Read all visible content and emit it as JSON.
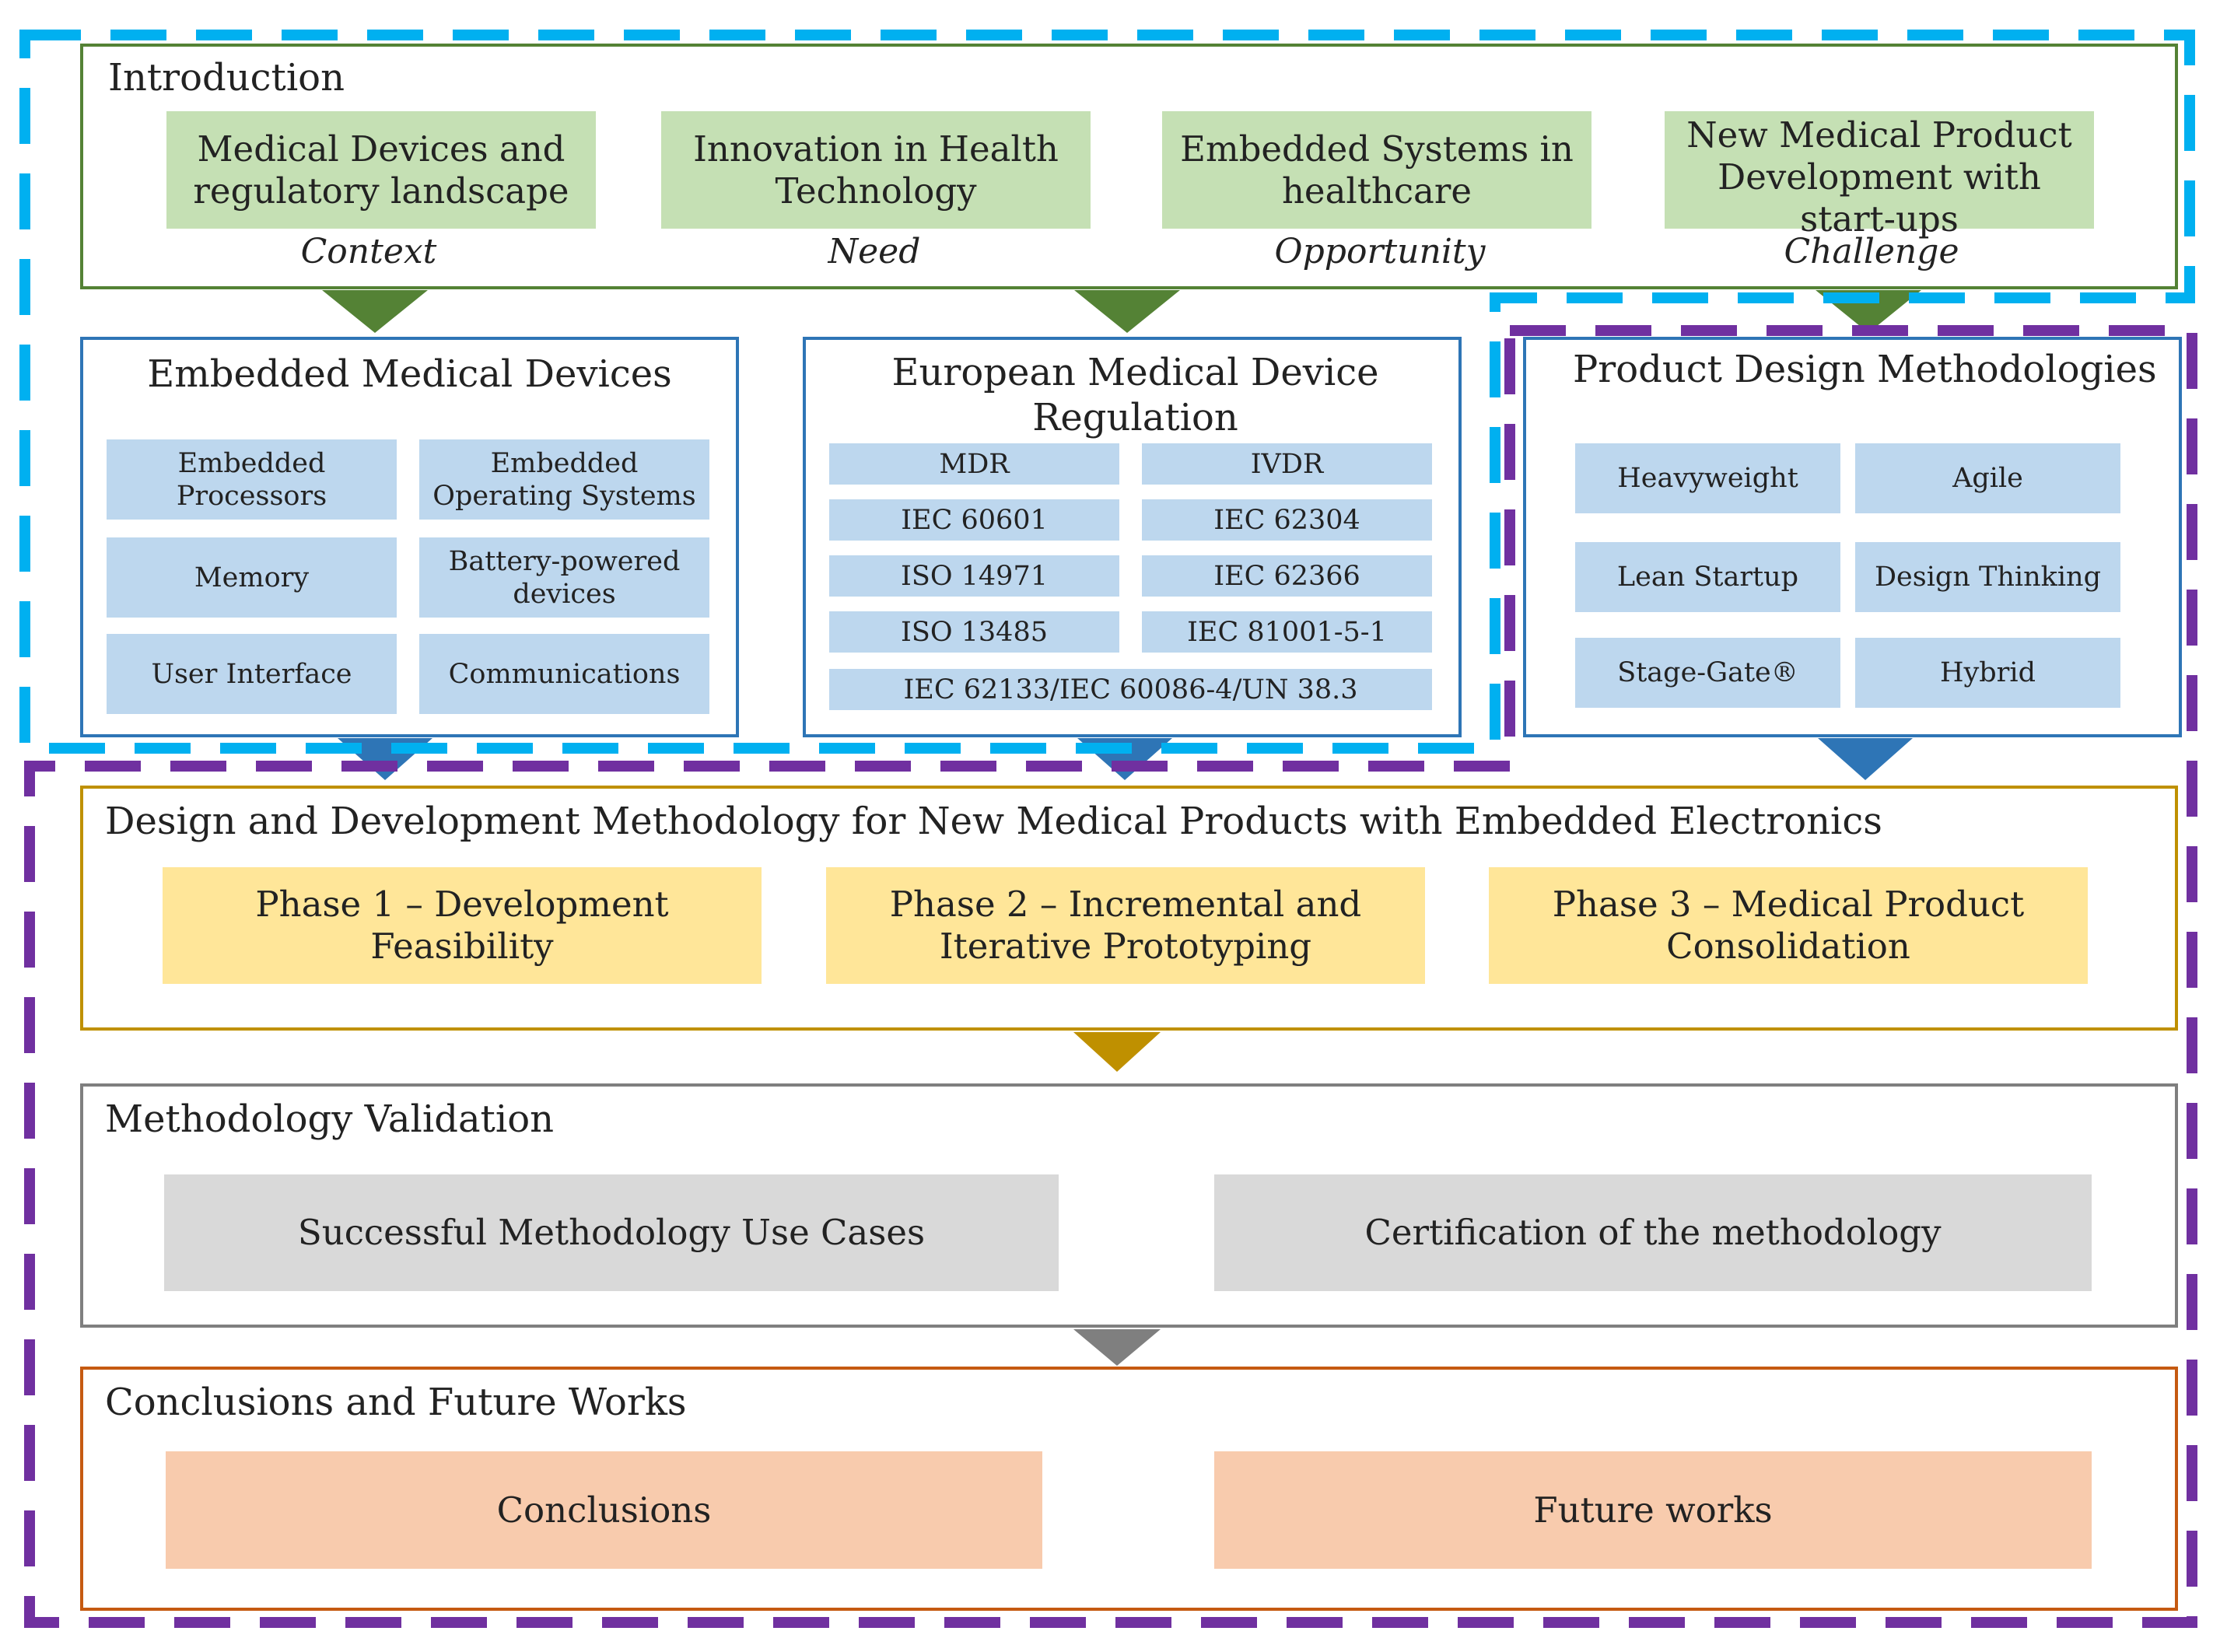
{
  "colors": {
    "green_fill": "#c5e0b4",
    "green_border": "#548235",
    "blue_fill": "#bdd7ee",
    "blue_border": "#2e75b6",
    "yellow_fill": "#ffe699",
    "gold_border": "#bf9000",
    "grey_fill": "#d9d9d9",
    "grey_border": "#7f7f7f",
    "peach_fill": "#f8cbad",
    "orange_border": "#c55a11",
    "cyan_dash": "#00b0f0",
    "purple_dash": "#7030a0"
  },
  "introduction": {
    "title": "Introduction",
    "items": [
      {
        "label": "Medical Devices and regulatory landscape",
        "caption": "Context"
      },
      {
        "label": "Innovation in Health Technology",
        "caption": "Need"
      },
      {
        "label": "Embedded Systems in healthcare",
        "caption": "Opportunity"
      },
      {
        "label": "New Medical Product Development with start-ups",
        "caption": "Challenge"
      }
    ]
  },
  "embedded_devices": {
    "title": "Embedded Medical Devices",
    "items": [
      "Embedded Processors",
      "Embedded Operating Systems",
      "Memory",
      "Battery-powered devices",
      "User Interface",
      "Communications"
    ]
  },
  "regulation": {
    "title": "European Medical Device Regulation",
    "items": [
      "MDR",
      "IVDR",
      "IEC 60601",
      "IEC 62304",
      "ISO 14971",
      "IEC 62366",
      "ISO 13485",
      "IEC 81001-5-1",
      "IEC 62133/IEC 60086-4/UN 38.3"
    ]
  },
  "methodologies": {
    "title": "Product Design Methodologies",
    "items": [
      "Heavyweight",
      "Agile",
      "Lean Startup",
      "Design Thinking",
      "Stage-Gate®",
      "Hybrid"
    ]
  },
  "design": {
    "title": "Design and Development Methodology for New Medical Products with Embedded Electronics",
    "phases": [
      "Phase 1 – Development Feasibility",
      "Phase 2 – Incremental and Iterative Prototyping",
      "Phase 3 – Medical Product Consolidation"
    ]
  },
  "validation": {
    "title": "Methodology Validation",
    "items": [
      "Successful Methodology Use Cases",
      "Certification of the methodology"
    ]
  },
  "conclusions": {
    "title": "Conclusions and Future Works",
    "items": [
      "Conclusions",
      "Future works"
    ]
  }
}
